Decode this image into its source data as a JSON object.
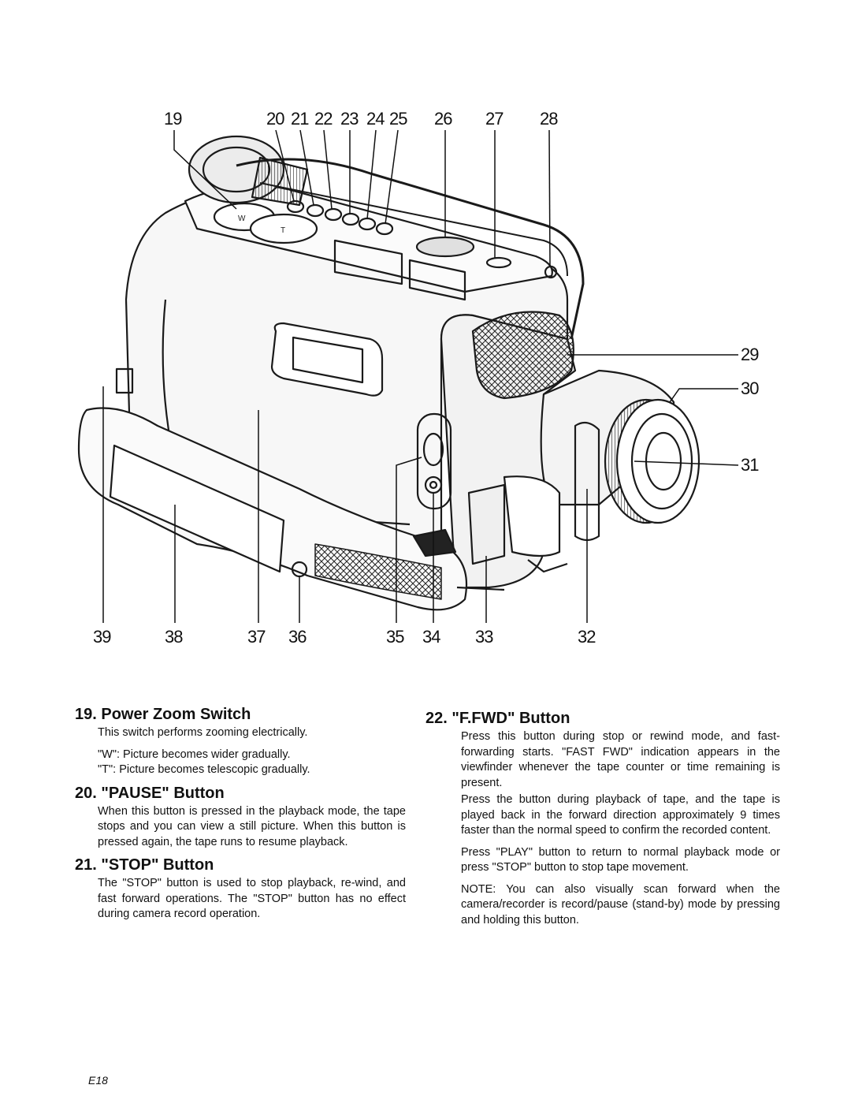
{
  "figure": {
    "callouts": {
      "top": [
        "19",
        "20",
        "21",
        "22",
        "23",
        "24",
        "25",
        "26",
        "27",
        "28"
      ],
      "right": [
        "29",
        "30",
        "31"
      ],
      "bottom": [
        "39",
        "38",
        "37",
        "36",
        "35",
        "34",
        "33",
        "32"
      ]
    },
    "zoom_labels": [
      "W",
      "T"
    ]
  },
  "sections": [
    {
      "number": "19.",
      "heading": "Power Zoom Switch",
      "paragraphs": [
        "This switch performs zooming electrically.",
        "\"W\": Picture becomes wider gradually.",
        "\"T\": Picture becomes telescopic gradually."
      ]
    },
    {
      "number": "20.",
      "heading": "\"PAUSE\" Button",
      "paragraphs": [
        "When this button is pressed in the playback mode, the tape stops and you can view a still picture. When this button is pressed again, the tape runs to resume playback."
      ]
    },
    {
      "number": "21.",
      "heading": "\"STOP\" Button",
      "paragraphs": [
        "The \"STOP\" button is used to stop playback, re-wind, and fast forward operations. The \"STOP\" button has no effect during camera record operation."
      ]
    },
    {
      "number": "22.",
      "heading": "\"F.FWD\" Button",
      "paragraphs": [
        "Press this button during stop or rewind mode, and fast-forwarding starts. \"FAST FWD\" indication appears in the viewfinder whenever the tape counter or time remaining is present.",
        "Press the button during playback of tape, and the tape is played back in the forward direction approximately 9 times faster than the normal speed to confirm the recorded content.",
        "Press \"PLAY\" button to return to normal playback mode or press \"STOP\" button to stop tape movement.",
        "NOTE: You can also visually scan forward when the camera/recorder is record/pause (stand-by) mode by pressing and holding this button."
      ]
    }
  ],
  "footer": {
    "page_number": "E18"
  }
}
